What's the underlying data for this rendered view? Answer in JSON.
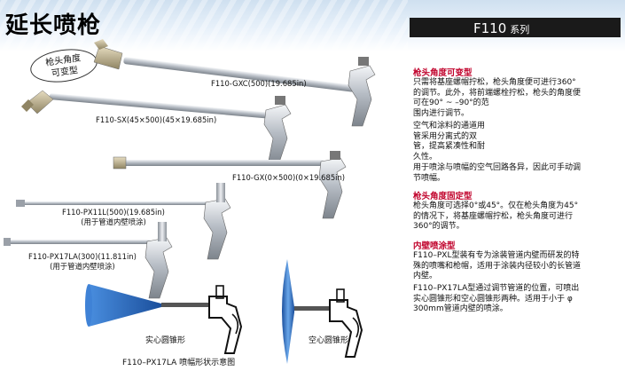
{
  "header": {
    "title": "延长喷枪",
    "series_model": "F110",
    "series_suffix": "系列"
  },
  "badge": {
    "line1": "枪头角度",
    "line2": "可变型"
  },
  "models": {
    "gxc": "F110-GXC(500)(19.685in)",
    "sx": "F110-SX(45×500)(45×19.685in)",
    "gx": "F110-GX(0×500)(0×19.685in)",
    "px11l": {
      "name": "F110-PX11L(500)(19.685in)",
      "note": "(用于管道内壁喷涂)"
    },
    "px17la": {
      "name": "F110-PX17LA(300)(11.811in)",
      "note": "(用于管道内壁喷涂)"
    }
  },
  "captions": {
    "solid_cone": "实心圆锥形",
    "hollow_cone": "空心圆锥形",
    "pattern_title": "F110–PX17LA 喷幅形状示意图"
  },
  "sections": {
    "variable": {
      "title": "枪头角度可变型",
      "p1": [
        "只需将基座螺帽拧松，枪头角度便可进行360°",
        "的调节。此外，将前端螺栓拧松，枪头的角度便",
        "可在90° ~ –90°的范",
        "围内进行调节。"
      ],
      "p2": [
        "空气和涂料的通道用",
        "管采用分离式的双",
        "管，提高紧凑性和耐",
        "久性。"
      ],
      "p3": [
        "用于喷涂与喷幅的空气回路各异，因此可手动调",
        "节喷幅。"
      ]
    },
    "fixed": {
      "title": "枪头角度固定型",
      "p1": [
        "枪头角度可选择0°或45°。仅在枪头角度为45°",
        "的情况下，将基座螺帽拧松，枪头角度可进行",
        "360°的调节。"
      ]
    },
    "inner": {
      "title": "内壁喷涂型",
      "p1": [
        "F110–PXL型装有专为涂装管道内壁而研发的特",
        "殊的喷嘴和枪帽，适用于涂装内径较小的长管道",
        "内壁。"
      ],
      "p2": [
        "F110–PX17LA型通过调节管道的位置，可喷出",
        "实心圆锥形和空心圆锥形两种。适用于小于 φ",
        "300mm管道内壁的喷涂。"
      ]
    }
  },
  "colors": {
    "accent": "#c0002a",
    "metal": "#c8ccd2",
    "cone": "#2a6fc4"
  }
}
